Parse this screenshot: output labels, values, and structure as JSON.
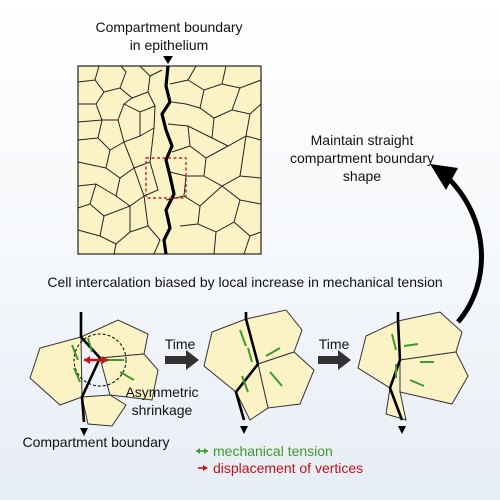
{
  "top_label": {
    "line1": "Compartment boundary",
    "line2": "in epithelium"
  },
  "right_label": {
    "line1": "Maintain straight",
    "line2": "compartment boundary",
    "line3": "shape"
  },
  "middle_heading": "Cell intercalation biased by local increase in mechanical tension",
  "time_labels": [
    "Time",
    "Time"
  ],
  "asymmetric_label": {
    "line1": "Asymmetric",
    "line2": "shrinkage"
  },
  "bottom_boundary_label": "Compartment boundary",
  "legend": [
    {
      "text": "mechanical tension",
      "color": "#3f9a2c"
    },
    {
      "text": "displacement of vertices",
      "color": "#c4121a"
    }
  ],
  "colors": {
    "cell_fill": "#fbf3c6",
    "boundary": "#000000",
    "dash_box": "#c8202a",
    "tension": "#3f9a2c",
    "displacement": "#c4121a",
    "arrow": "#333333"
  }
}
